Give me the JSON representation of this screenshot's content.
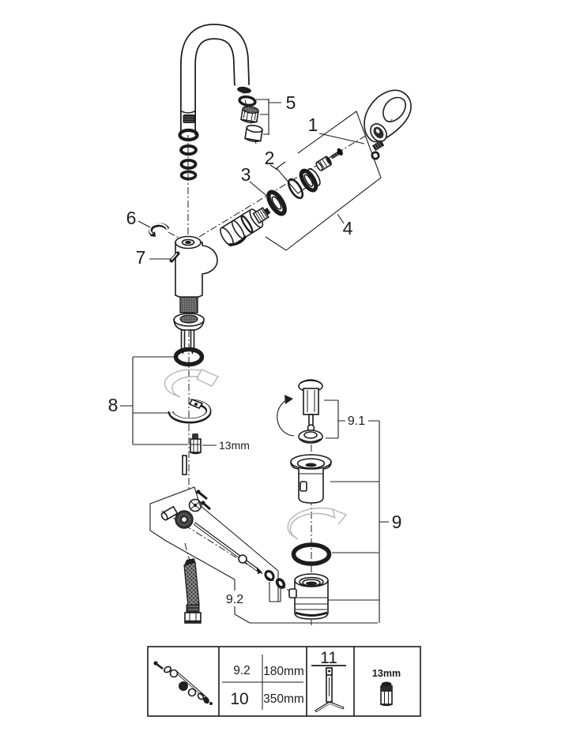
{
  "diagram": {
    "description": "Exploded spare-parts diagram of a single-lever basin mixer faucet with pop-up waste set",
    "colors": {
      "line": "#1c1c1c",
      "ghost": "#b5b5b5",
      "background": "#ffffff"
    },
    "callouts": {
      "p1": "1",
      "p2": "2",
      "p3": "3",
      "p4": "4",
      "p5": "5",
      "p6": "6",
      "p7": "7",
      "p8": "8",
      "p9": "9",
      "p9_1": "9.1",
      "p9_2": "9.2",
      "wrench_size": "13mm"
    }
  },
  "spec_table": {
    "rod_lengths": [
      {
        "part": "9.2",
        "length": "180mm"
      },
      {
        "part": "10",
        "length": "350mm"
      }
    ],
    "tool_part": "11",
    "nut_size": "13mm"
  }
}
